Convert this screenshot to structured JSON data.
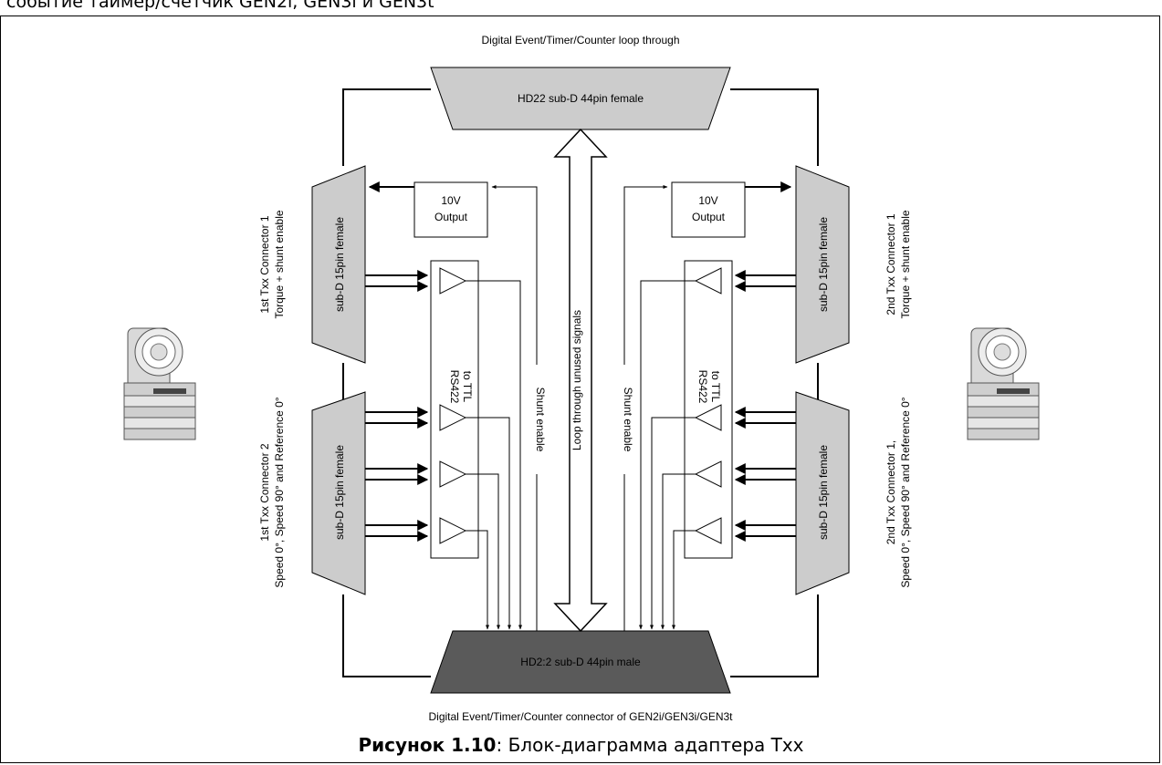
{
  "header": {
    "top_text": "событие таймер/счетчик GEN2i, GEN3i и GEN3t"
  },
  "diagram": {
    "top_caption": "Digital Event/Timer/Counter loop through",
    "top_connector": "HD22 sub-D 44pin female",
    "bottom_connector": "HD2:2 sub-D 44pin male",
    "bottom_caption": "Digital Event/Timer/Counter connector of GEN2i/GEN3i/GEN3t",
    "left": {
      "output_line1": "10V",
      "output_line2": "Output",
      "upper_connector": "sub-D 15pin female",
      "lower_connector": "sub-D 15pin female",
      "converter": "RS422\nto TTL",
      "converter_line1": "RS422",
      "converter_line2": "to TTL",
      "shunt": "Shunt enable",
      "upper_label_line1": "1st Txx  Connector 1",
      "upper_label_line2": "Torque + shunt enable",
      "lower_label_line1": "1st Txx  Connector 2",
      "lower_label_line2": "Speed 0°, Speed 90° and Reference 0°"
    },
    "right": {
      "output_line1": "10V",
      "output_line2": "Output",
      "upper_connector": "sub-D 15pin female",
      "lower_connector": "sub-D 15pin female",
      "converter_line1": "RS422",
      "converter_line2": "to TTL",
      "shunt": "Shunt enable",
      "upper_label_line1": "2nd Txx  Connector 1",
      "upper_label_line2": "Torque + shunt enable",
      "lower_label_line1": "2nd Txx  Connector 1,",
      "lower_label_line2": "Speed 0°, Speed 90° and Reference 0°"
    },
    "center_loop": "Loop through unused signals",
    "colors": {
      "female_fill": "#cccccc",
      "male_fill": "#5a5a5a",
      "line": "#000000"
    }
  },
  "caption": {
    "bold": "Рисунок 1.10",
    "rest": ": Блок-диаграмма адаптера Txx"
  }
}
